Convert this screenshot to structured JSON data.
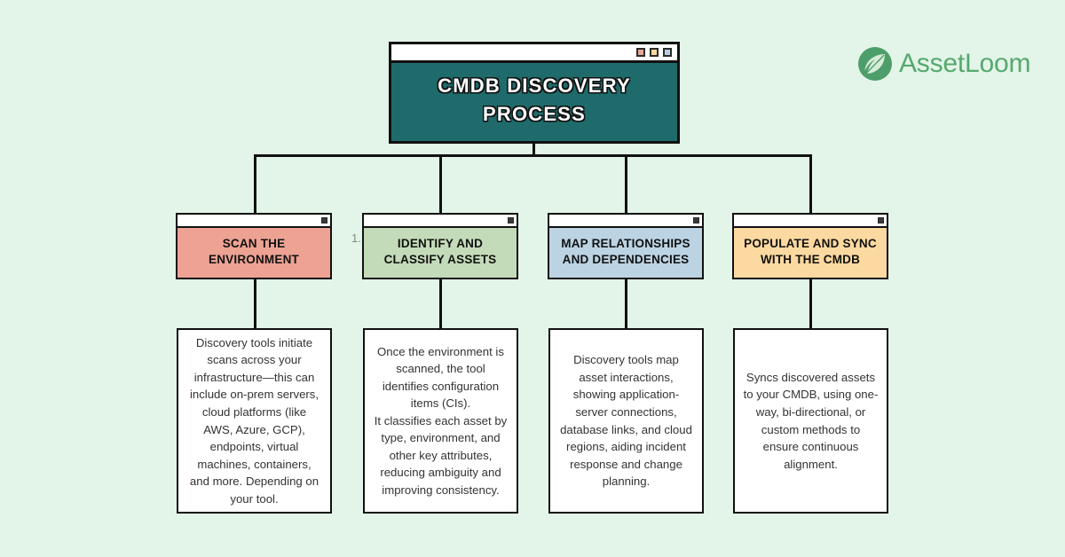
{
  "brand": {
    "name": "AssetLoom",
    "logo_icon": "leaf-circle-icon",
    "color": "#55a96e"
  },
  "diagram": {
    "type": "tree-flowchart",
    "background_color": "#e3f4e8",
    "title_window": {
      "title": "CMDB DISCOVERY PROCESS",
      "background_color": "#1f6b6b",
      "text_color": "#ffffff",
      "chrome_dots": [
        {
          "name": "window-dot-salmon",
          "color": "#e8a598"
        },
        {
          "name": "window-dot-yellow",
          "color": "#f5d9a0"
        },
        {
          "name": "window-dot-blue",
          "color": "#b8cfe0"
        }
      ]
    },
    "stray_artifact": "1.",
    "steps": [
      {
        "header": "SCAN THE ENVIRONMENT",
        "header_color": "#eda294",
        "description": "Discovery tools initiate scans across your infrastructure—this can include on-prem servers, cloud platforms (like AWS, Azure, GCP), endpoints, virtual machines, containers, and more. Depending on your tool."
      },
      {
        "header": "IDENTIFY AND CLASSIFY ASSETS",
        "header_color": "#c3dbb9",
        "description": "Once the environment is scanned, the tool identifies configuration items (CIs).\nIt classifies each asset by type, environment, and other key attributes, reducing ambiguity and improving consistency."
      },
      {
        "header": "MAP RELATIONSHIPS AND DEPENDENCIES",
        "header_color": "#bcd3e3",
        "description": "Discovery tools map asset interactions, showing application-server connections, database links, and cloud regions, aiding incident response and change planning."
      },
      {
        "header": "POPULATE AND SYNC WITH THE CMDB",
        "header_color": "#fcd9a0",
        "description": "Syncs discovered assets to your CMDB, using one-way, bi-directional, or custom methods to ensure continuous alignment."
      }
    ]
  }
}
